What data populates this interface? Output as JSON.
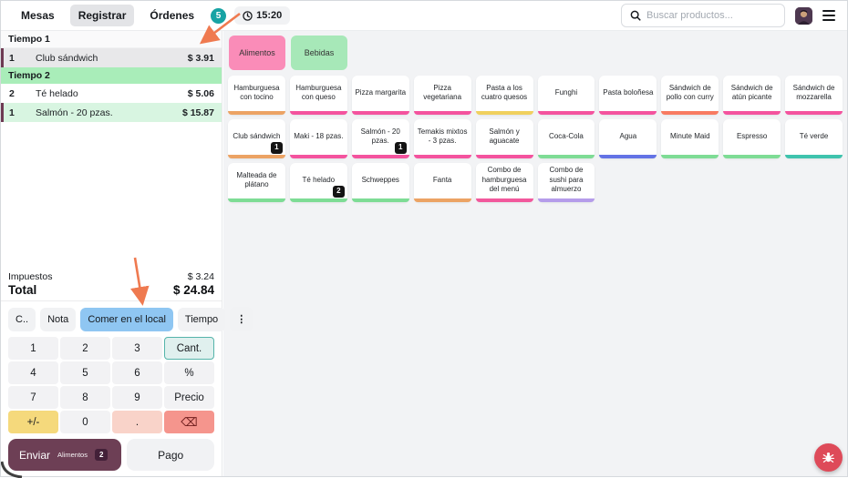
{
  "topbar": {
    "tabs": [
      {
        "label": "Mesas",
        "active": false
      },
      {
        "label": "Registrar",
        "active": true
      },
      {
        "label": "Órdenes",
        "active": false
      }
    ],
    "orders_badge": "5",
    "clock": "15:20",
    "search_placeholder": "Buscar productos..."
  },
  "order_panel": {
    "groups": [
      {
        "header": "Tiempo 1",
        "green": false,
        "items": [
          {
            "qty": "1",
            "name": "Club sándwich",
            "price": "$ 3.91",
            "bg": "gray",
            "accent": true
          }
        ]
      },
      {
        "header": "Tiempo 2",
        "green": true,
        "items": [
          {
            "qty": "2",
            "name": "Té helado",
            "price": "$ 5.06",
            "bg": "white",
            "accent": false
          },
          {
            "qty": "1",
            "name": "Salmón - 20 pzas.",
            "price": "$ 15.87",
            "bg": "mint",
            "accent": true
          }
        ]
      }
    ],
    "taxes_label": "Impuestos",
    "taxes_value": "$ 3.24",
    "total_label": "Total",
    "total_value": "$ 24.84",
    "actions": [
      {
        "label": "C..",
        "variant": ""
      },
      {
        "label": "Nota",
        "variant": ""
      },
      {
        "label": "Comer en el local",
        "variant": "blue"
      },
      {
        "label": "Tiempo",
        "variant": ""
      },
      {
        "label": "⋮",
        "variant": "kebab"
      }
    ],
    "numpad": [
      [
        {
          "label": "1",
          "variant": ""
        },
        {
          "label": "2",
          "variant": ""
        },
        {
          "label": "3",
          "variant": ""
        },
        {
          "label": "Cant.",
          "variant": "qty"
        }
      ],
      [
        {
          "label": "4",
          "variant": ""
        },
        {
          "label": "5",
          "variant": ""
        },
        {
          "label": "6",
          "variant": ""
        },
        {
          "label": "%",
          "variant": ""
        }
      ],
      [
        {
          "label": "7",
          "variant": ""
        },
        {
          "label": "8",
          "variant": ""
        },
        {
          "label": "9",
          "variant": ""
        },
        {
          "label": "Precio",
          "variant": ""
        }
      ],
      [
        {
          "label": "+/-",
          "variant": "warn"
        },
        {
          "label": "0",
          "variant": ""
        },
        {
          "label": ".",
          "variant": "dot"
        },
        {
          "label": "⌫",
          "variant": "back"
        }
      ]
    ],
    "send_label": "Enviar",
    "send_category": "Alimentos",
    "send_count": "2",
    "pay_label": "Pago"
  },
  "catalog": {
    "categories": [
      {
        "label": "Alimentos",
        "color": "#fa8cb8"
      },
      {
        "label": "Bebidas",
        "color": "#a7e8b8"
      }
    ],
    "products": [
      {
        "name": "Hamburguesa con tocino",
        "color": "#eca364",
        "badge": ""
      },
      {
        "name": "Hamburguesa con queso",
        "color": "#f4539e",
        "badge": ""
      },
      {
        "name": "Pizza margarita",
        "color": "#f4539e",
        "badge": ""
      },
      {
        "name": "Pizza vegetariana",
        "color": "#f4539e",
        "badge": ""
      },
      {
        "name": "Pasta a los cuatro quesos",
        "color": "#f0d05e",
        "badge": ""
      },
      {
        "name": "Funghi",
        "color": "#f4539e",
        "badge": ""
      },
      {
        "name": "Pasta boloñesa",
        "color": "#f4539e",
        "badge": ""
      },
      {
        "name": "Sándwich de pollo con curry",
        "color": "#f87b61",
        "badge": ""
      },
      {
        "name": "Sándwich de atún picante",
        "color": "#f4539e",
        "badge": ""
      },
      {
        "name": "Sándwich de mozzarella",
        "color": "#f4539e",
        "badge": ""
      },
      {
        "name": "Club sándwich",
        "color": "#eca364",
        "badge": "1"
      },
      {
        "name": "Maki - 18 pzas.",
        "color": "#f4539e",
        "badge": ""
      },
      {
        "name": "Salmón - 20 pzas.",
        "color": "#f4539e",
        "badge": "1"
      },
      {
        "name": "Temakis mixtos - 3 pzas.",
        "color": "#f4539e",
        "badge": ""
      },
      {
        "name": "Salmón y aguacate",
        "color": "#f4539e",
        "badge": ""
      },
      {
        "name": "Coca-Cola",
        "color": "#7edc95",
        "badge": ""
      },
      {
        "name": "Agua",
        "color": "#6373e5",
        "badge": ""
      },
      {
        "name": "Minute Maid",
        "color": "#7edc95",
        "badge": ""
      },
      {
        "name": "Espresso",
        "color": "#7edc95",
        "badge": ""
      },
      {
        "name": "Té verde",
        "color": "#3fc3ad",
        "badge": ""
      },
      {
        "name": "Malteada de plátano",
        "color": "#7edc95",
        "badge": ""
      },
      {
        "name": "Té helado",
        "color": "#7edc95",
        "badge": "2"
      },
      {
        "name": "Schweppes",
        "color": "#7edc95",
        "badge": ""
      },
      {
        "name": "Fanta",
        "color": "#eca364",
        "badge": ""
      },
      {
        "name": "Combo de hamburguesa del menú",
        "color": "#f2589c",
        "badge": ""
      },
      {
        "name": "Combo de sushi para almuerzo",
        "color": "#b59cea",
        "badge": ""
      }
    ]
  },
  "annotations": {
    "arrow_color": "#ef7a50"
  }
}
